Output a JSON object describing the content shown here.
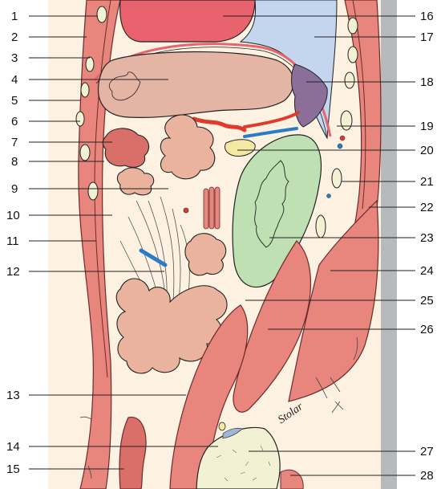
{
  "labels": {
    "left": [
      "1",
      "2",
      "3",
      "4",
      "5",
      "6",
      "7",
      "8",
      "9",
      "10",
      "11",
      "12",
      "13",
      "14",
      "15"
    ],
    "right": [
      "16",
      "17",
      "18",
      "19",
      "20",
      "21",
      "22",
      "23",
      "24",
      "25",
      "26",
      "27",
      "28"
    ]
  },
  "signature": "Stolar",
  "colors": {
    "background": "#fdf1e1",
    "muscle": "#e8867d",
    "muscle_dark": "#d96f69",
    "muscle_stroke": "#6e2a2a",
    "bowel": "#e9b39e",
    "liver_like": "#e4b5a5",
    "green_organ": "#bfe0b2",
    "lung_blue": "#c4d6ee",
    "heart_red": "#e8636e",
    "purple": "#8b6f98",
    "yellow": "#f4e8a2",
    "bone": "#f3f1d3",
    "vessel_red": "#e23a2a",
    "vessel_blue": "#2a7dc4",
    "gray": "#b7b9bd",
    "outline": "#222222"
  }
}
